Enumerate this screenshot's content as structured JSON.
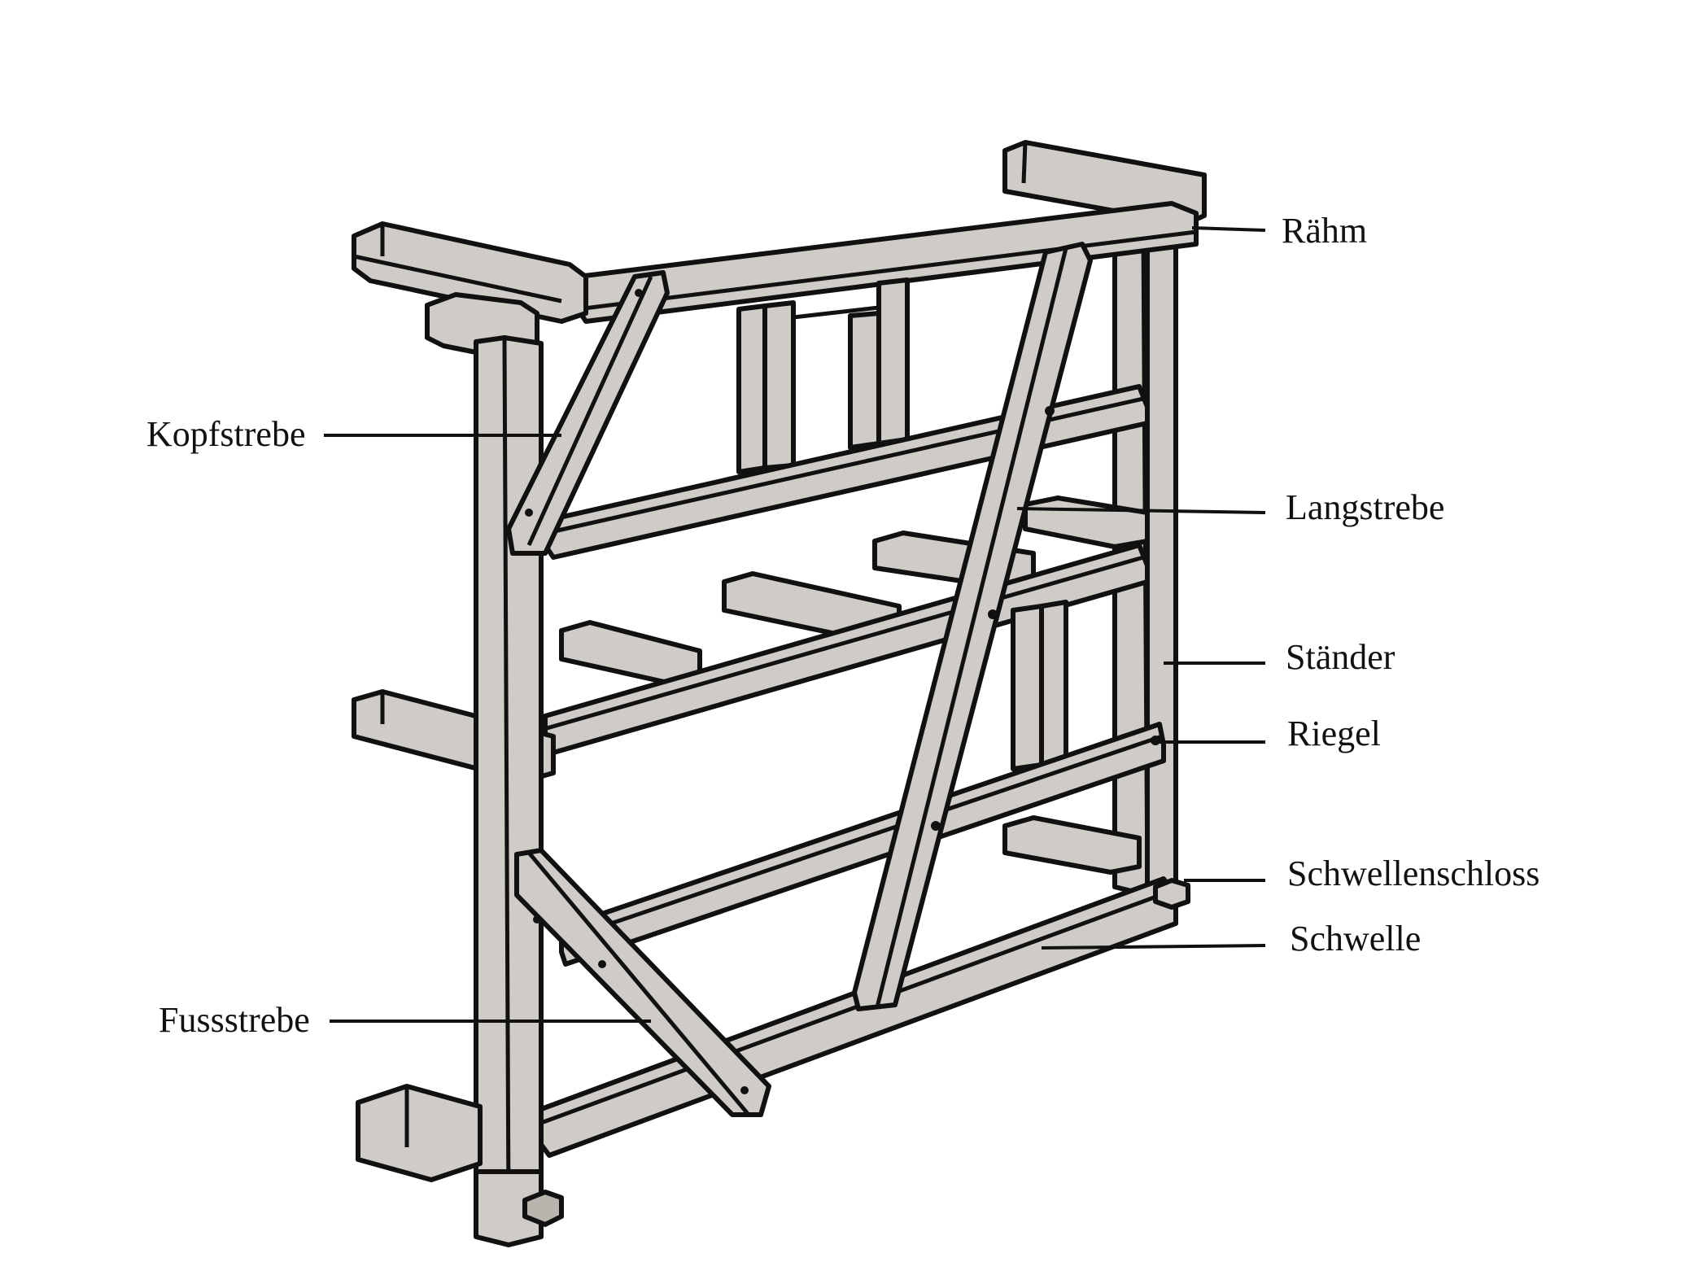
{
  "labels": {
    "raehm": "Rähm",
    "kopfstrebe": "Kopfstrebe",
    "langstrebe": "Langstrebe",
    "staender": "Ständer",
    "riegel": "Riegel",
    "schwellenschloss": "Schwellenschloss",
    "schwelle": "Schwelle",
    "fussstrebe": "Fussstrebe"
  },
  "colors": {
    "timber": "#cfcbc6",
    "outline": "#111111",
    "background": "#ffffff"
  }
}
